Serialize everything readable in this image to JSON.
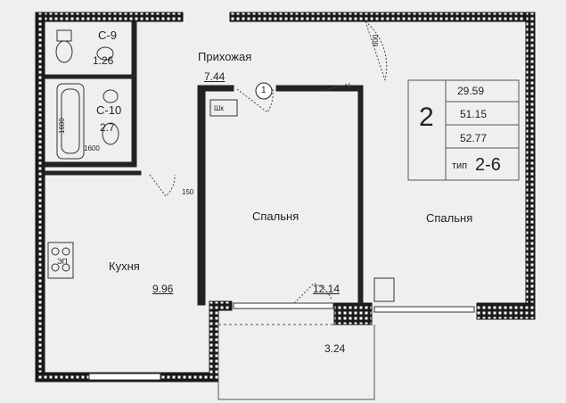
{
  "rooms": {
    "wc_code": "С-9",
    "wc_area": "1.26",
    "bath_code": "С-10",
    "bath_area": "2.7",
    "hall_name": "Прихожая",
    "hall_area": "7.44",
    "bedroom1_name": "Спальня",
    "bedroom1_area": "12.14",
    "bedroom2_name": "Спальня",
    "kitchen_name": "Кухня",
    "kitchen_area": "9.96",
    "balcony_area": "3.24"
  },
  "dimensions": {
    "bath_length_h": "1600",
    "bath_length_v": "1600",
    "door_width": "150",
    "wardrobe": "600",
    "stove": "ЭП"
  },
  "apartment": {
    "rooms_count": "2",
    "living_area": "29.59",
    "total_area": "51.15",
    "total_area_with_balcony": "52.77",
    "type_label": "тип",
    "type_code": "2-6"
  },
  "markers": {
    "door_number": "1",
    "cabinet_label": "Шк"
  },
  "colors": {
    "paper": "#eef0ef",
    "wall": "#1a1a1a",
    "wall_hatch": "#ffffff",
    "line": "#333333"
  }
}
